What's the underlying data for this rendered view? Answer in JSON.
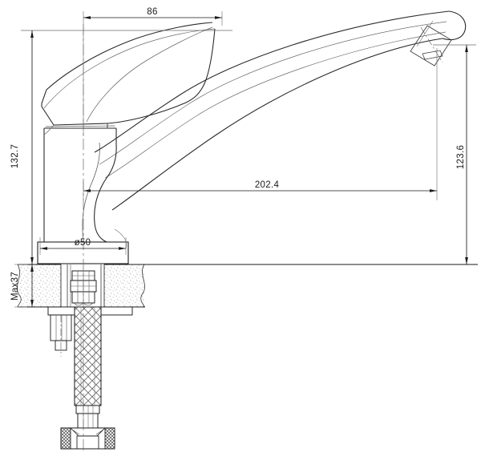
{
  "drawing": {
    "type": "technical-dimension-drawing",
    "subject": "single-lever-kitchen-sink-mixer-faucet",
    "view": "side-elevation-with-section",
    "background_color": "#ffffff",
    "line_color": "#1a1a1a",
    "thin_line_color": "#555555",
    "hatch_color": "#8a8a8a",
    "units": "mm"
  },
  "dimensions": {
    "handle_offset": {
      "label": "86",
      "orientation": "horizontal",
      "position": "top"
    },
    "overall_height": {
      "label": "132.7",
      "orientation": "vertical",
      "position": "left"
    },
    "spout_reach": {
      "label": "202.4",
      "orientation": "horizontal",
      "position": "middle"
    },
    "spout_height": {
      "label": "123.6",
      "orientation": "vertical",
      "position": "right"
    },
    "base_diameter": {
      "label": "ø50",
      "orientation": "horizontal",
      "position": "base"
    },
    "max_counter_thickness": {
      "label": "Max37",
      "orientation": "vertical",
      "position": "counter-section"
    }
  },
  "parts": [
    {
      "name": "lever-handle",
      "description": "single lever handle"
    },
    {
      "name": "cartridge-housing",
      "description": "body column"
    },
    {
      "name": "swivel-spout",
      "description": "curved swan-neck spout"
    },
    {
      "name": "aerator",
      "description": "outlet aerator at spout tip"
    },
    {
      "name": "mounting-flange",
      "description": "base escutcheon plate"
    },
    {
      "name": "countertop-section",
      "description": "hatched counter slab"
    },
    {
      "name": "lock-nut",
      "description": "threaded fixing nut"
    },
    {
      "name": "braided-hose",
      "description": "flexible braided supply hose"
    },
    {
      "name": "hose-coupling",
      "description": "hose end nut coupling"
    }
  ]
}
